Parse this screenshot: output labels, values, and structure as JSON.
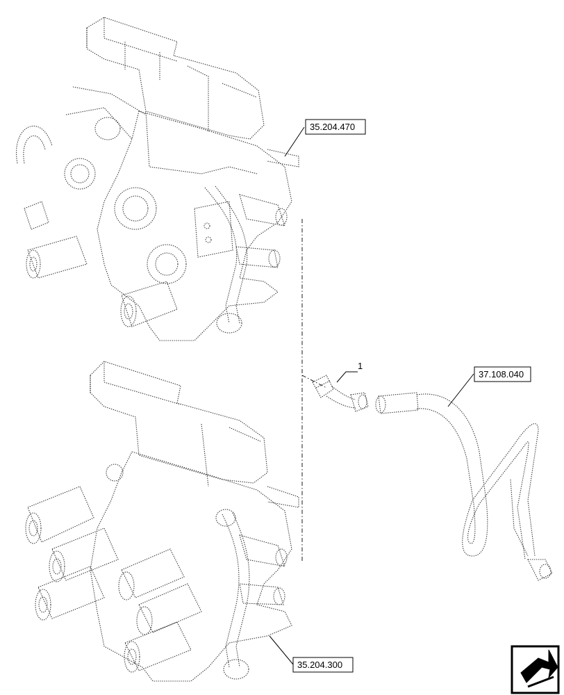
{
  "references": {
    "ref_top": "35.204.470",
    "ref_bottom": "35.204.300",
    "ref_hose": "37.108.040"
  },
  "callouts": {
    "item_1": "1"
  },
  "icons": {
    "nav_arrow": "nav-arrow-icon"
  }
}
